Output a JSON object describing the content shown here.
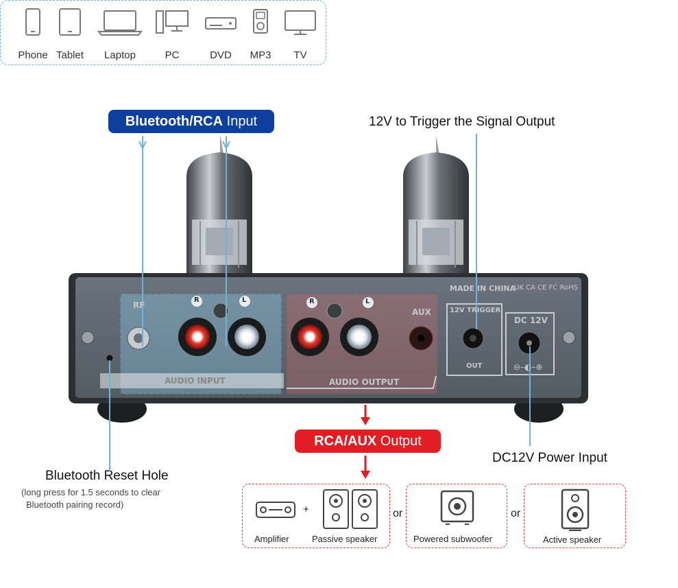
{
  "sources": {
    "items": [
      {
        "label": "Phone",
        "icon": "phone-icon"
      },
      {
        "label": "Tablet",
        "icon": "tablet-icon"
      },
      {
        "label": "Laptop",
        "icon": "laptop-icon"
      },
      {
        "label": "PC",
        "icon": "pc-icon"
      },
      {
        "label": "DVD",
        "icon": "dvd-icon"
      },
      {
        "label": "MP3",
        "icon": "mp3-icon"
      },
      {
        "label": "TV",
        "icon": "tv-icon"
      }
    ]
  },
  "input_pill": {
    "bold": "Bluetooth/RCA",
    "rest": " Input"
  },
  "output_pill": {
    "bold": "RCA/AUX",
    "rest": " Output"
  },
  "callouts": {
    "trigger": "12V to Trigger the Signal Output",
    "power": "DC12V Power Input",
    "reset": "Bluetooth Reset Hole",
    "reset_note_1": "(long press for 1.5 seconds to clear",
    "reset_note_2": "Bluetooth pairing record)"
  },
  "panel": {
    "made_in": "MADE IN CHINA",
    "certs": "UK CA CE FC RoHS",
    "rf": "RF",
    "r": "R",
    "l": "L",
    "aux": "AUX",
    "audio_input": "AUDIO INPUT",
    "audio_output": "AUDIO OUTPUT",
    "trigger": "12V TRIGGER",
    "out": "OUT",
    "dc": "DC 12V"
  },
  "outputs": {
    "amplifier": "Amplifier",
    "plus": "+",
    "passive": "Passive speaker",
    "or": "or",
    "subwoofer": "Powered subwoofer",
    "active": "Active speaker"
  },
  "colors": {
    "input_blue": "#0c3f9e",
    "output_red": "#e21d24",
    "line_blue": "#6fb3d9",
    "panel_gray": "#5c6670"
  }
}
